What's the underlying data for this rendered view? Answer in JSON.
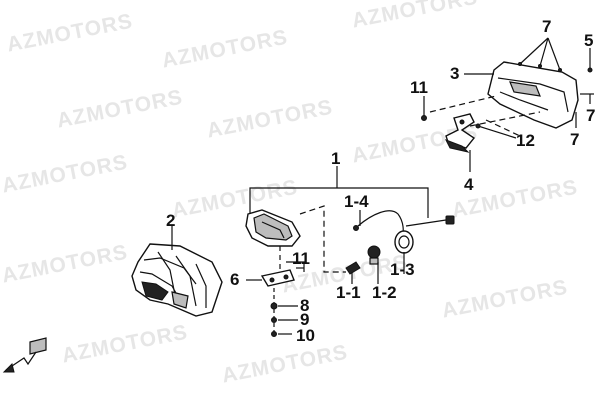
{
  "watermark": "AZMOTORS",
  "callouts": {
    "c1": "1",
    "c1_4": "1-4",
    "c1_1": "1-1",
    "c1_2": "1-2",
    "c1_3": "1-3",
    "c2": "2",
    "c3": "3",
    "c4": "4",
    "c5": "5",
    "c6": "6",
    "c7a": "7",
    "c7b": "7",
    "c7c": "7",
    "c8": "8",
    "c9": "9",
    "c10": "10",
    "c11a": "11",
    "c11b": "11",
    "c12": "12"
  },
  "colors": {
    "line": "#111111",
    "watermark": "#e6e6e6",
    "background": "#ffffff"
  }
}
